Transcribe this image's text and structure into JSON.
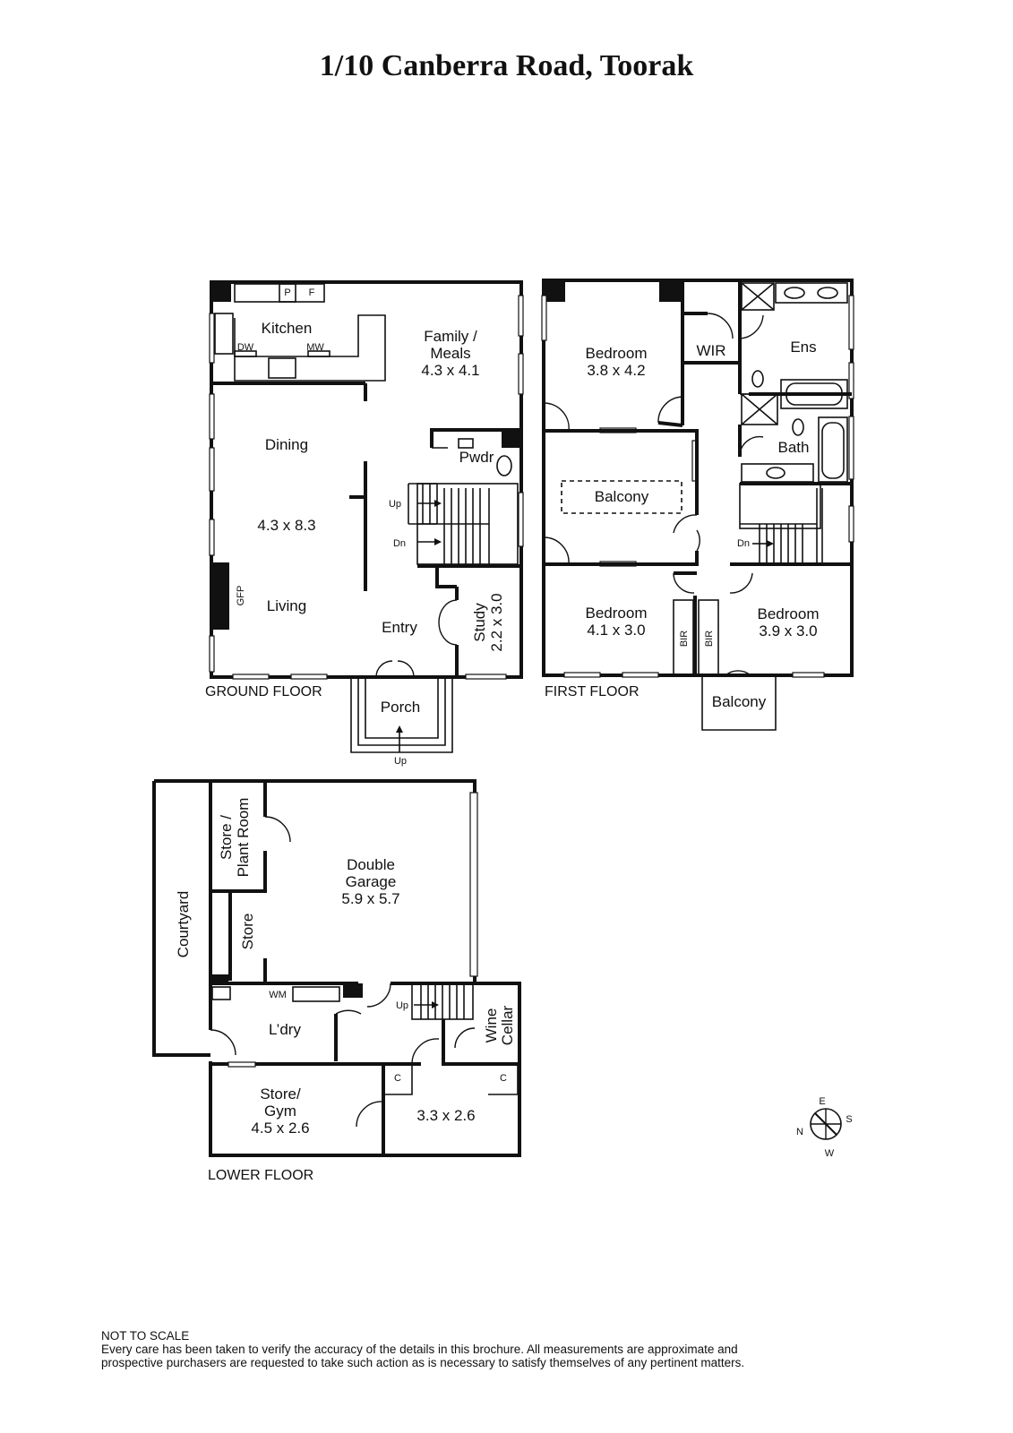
{
  "title": "1/10 Canberra Road, Toorak",
  "floors": {
    "ground": {
      "label": "GROUND FLOOR",
      "rooms": {
        "kitchen": "Kitchen",
        "family": [
          "Family /",
          "Meals",
          "4.3 x 4.1"
        ],
        "dining": "Dining",
        "dining_living_dims": "4.3 x 8.3",
        "living": "Living",
        "pwdr": "Pwdr",
        "entry": "Entry",
        "study": [
          "Study",
          "2.2 x 3.0"
        ],
        "porch": "Porch"
      },
      "fixtures": {
        "p": "P",
        "f": "F",
        "dw": "DW",
        "mw": "MW",
        "gfp": "GFP",
        "up": "Up",
        "dn": "Dn",
        "porch_up": "Up"
      }
    },
    "first": {
      "label": "FIRST FLOOR",
      "rooms": {
        "bed1": [
          "Bedroom",
          "3.8 x 4.2"
        ],
        "wir": "WIR",
        "ens": "Ens",
        "bath": "Bath",
        "balcony1": "Balcony",
        "bed2": [
          "Bedroom",
          "4.1 x 3.0"
        ],
        "bed3": [
          "Bedroom",
          "3.9 x 3.0"
        ],
        "bir": "BIR",
        "balcony2": "Balcony"
      },
      "fixtures": {
        "dn": "Dn"
      }
    },
    "lower": {
      "label": "LOWER FLOOR",
      "rooms": {
        "store_plant": [
          "Store /",
          "Plant Room"
        ],
        "garage": [
          "Double",
          "Garage",
          "5.9 x 5.7"
        ],
        "courtyard": "Courtyard",
        "store": "Store",
        "ldry": "L’dry",
        "wine": [
          "Wine",
          "Cellar"
        ],
        "gym": [
          "Store/",
          "Gym",
          "4.5 x 2.6"
        ],
        "room": "3.3 x 2.6",
        "c": "C"
      },
      "fixtures": {
        "wm": "WM",
        "up": "Up"
      }
    }
  },
  "compass": {
    "e": "E",
    "n": "N",
    "s": "S",
    "w": "W"
  },
  "disclaimer": [
    "NOT TO SCALE",
    "Every care has been taken to verify the accuracy of the details in this brochure. All measurements are approximate and",
    "prospective purchasers are requested to take such action as is necessary to satisfy themselves of any pertinent matters."
  ]
}
